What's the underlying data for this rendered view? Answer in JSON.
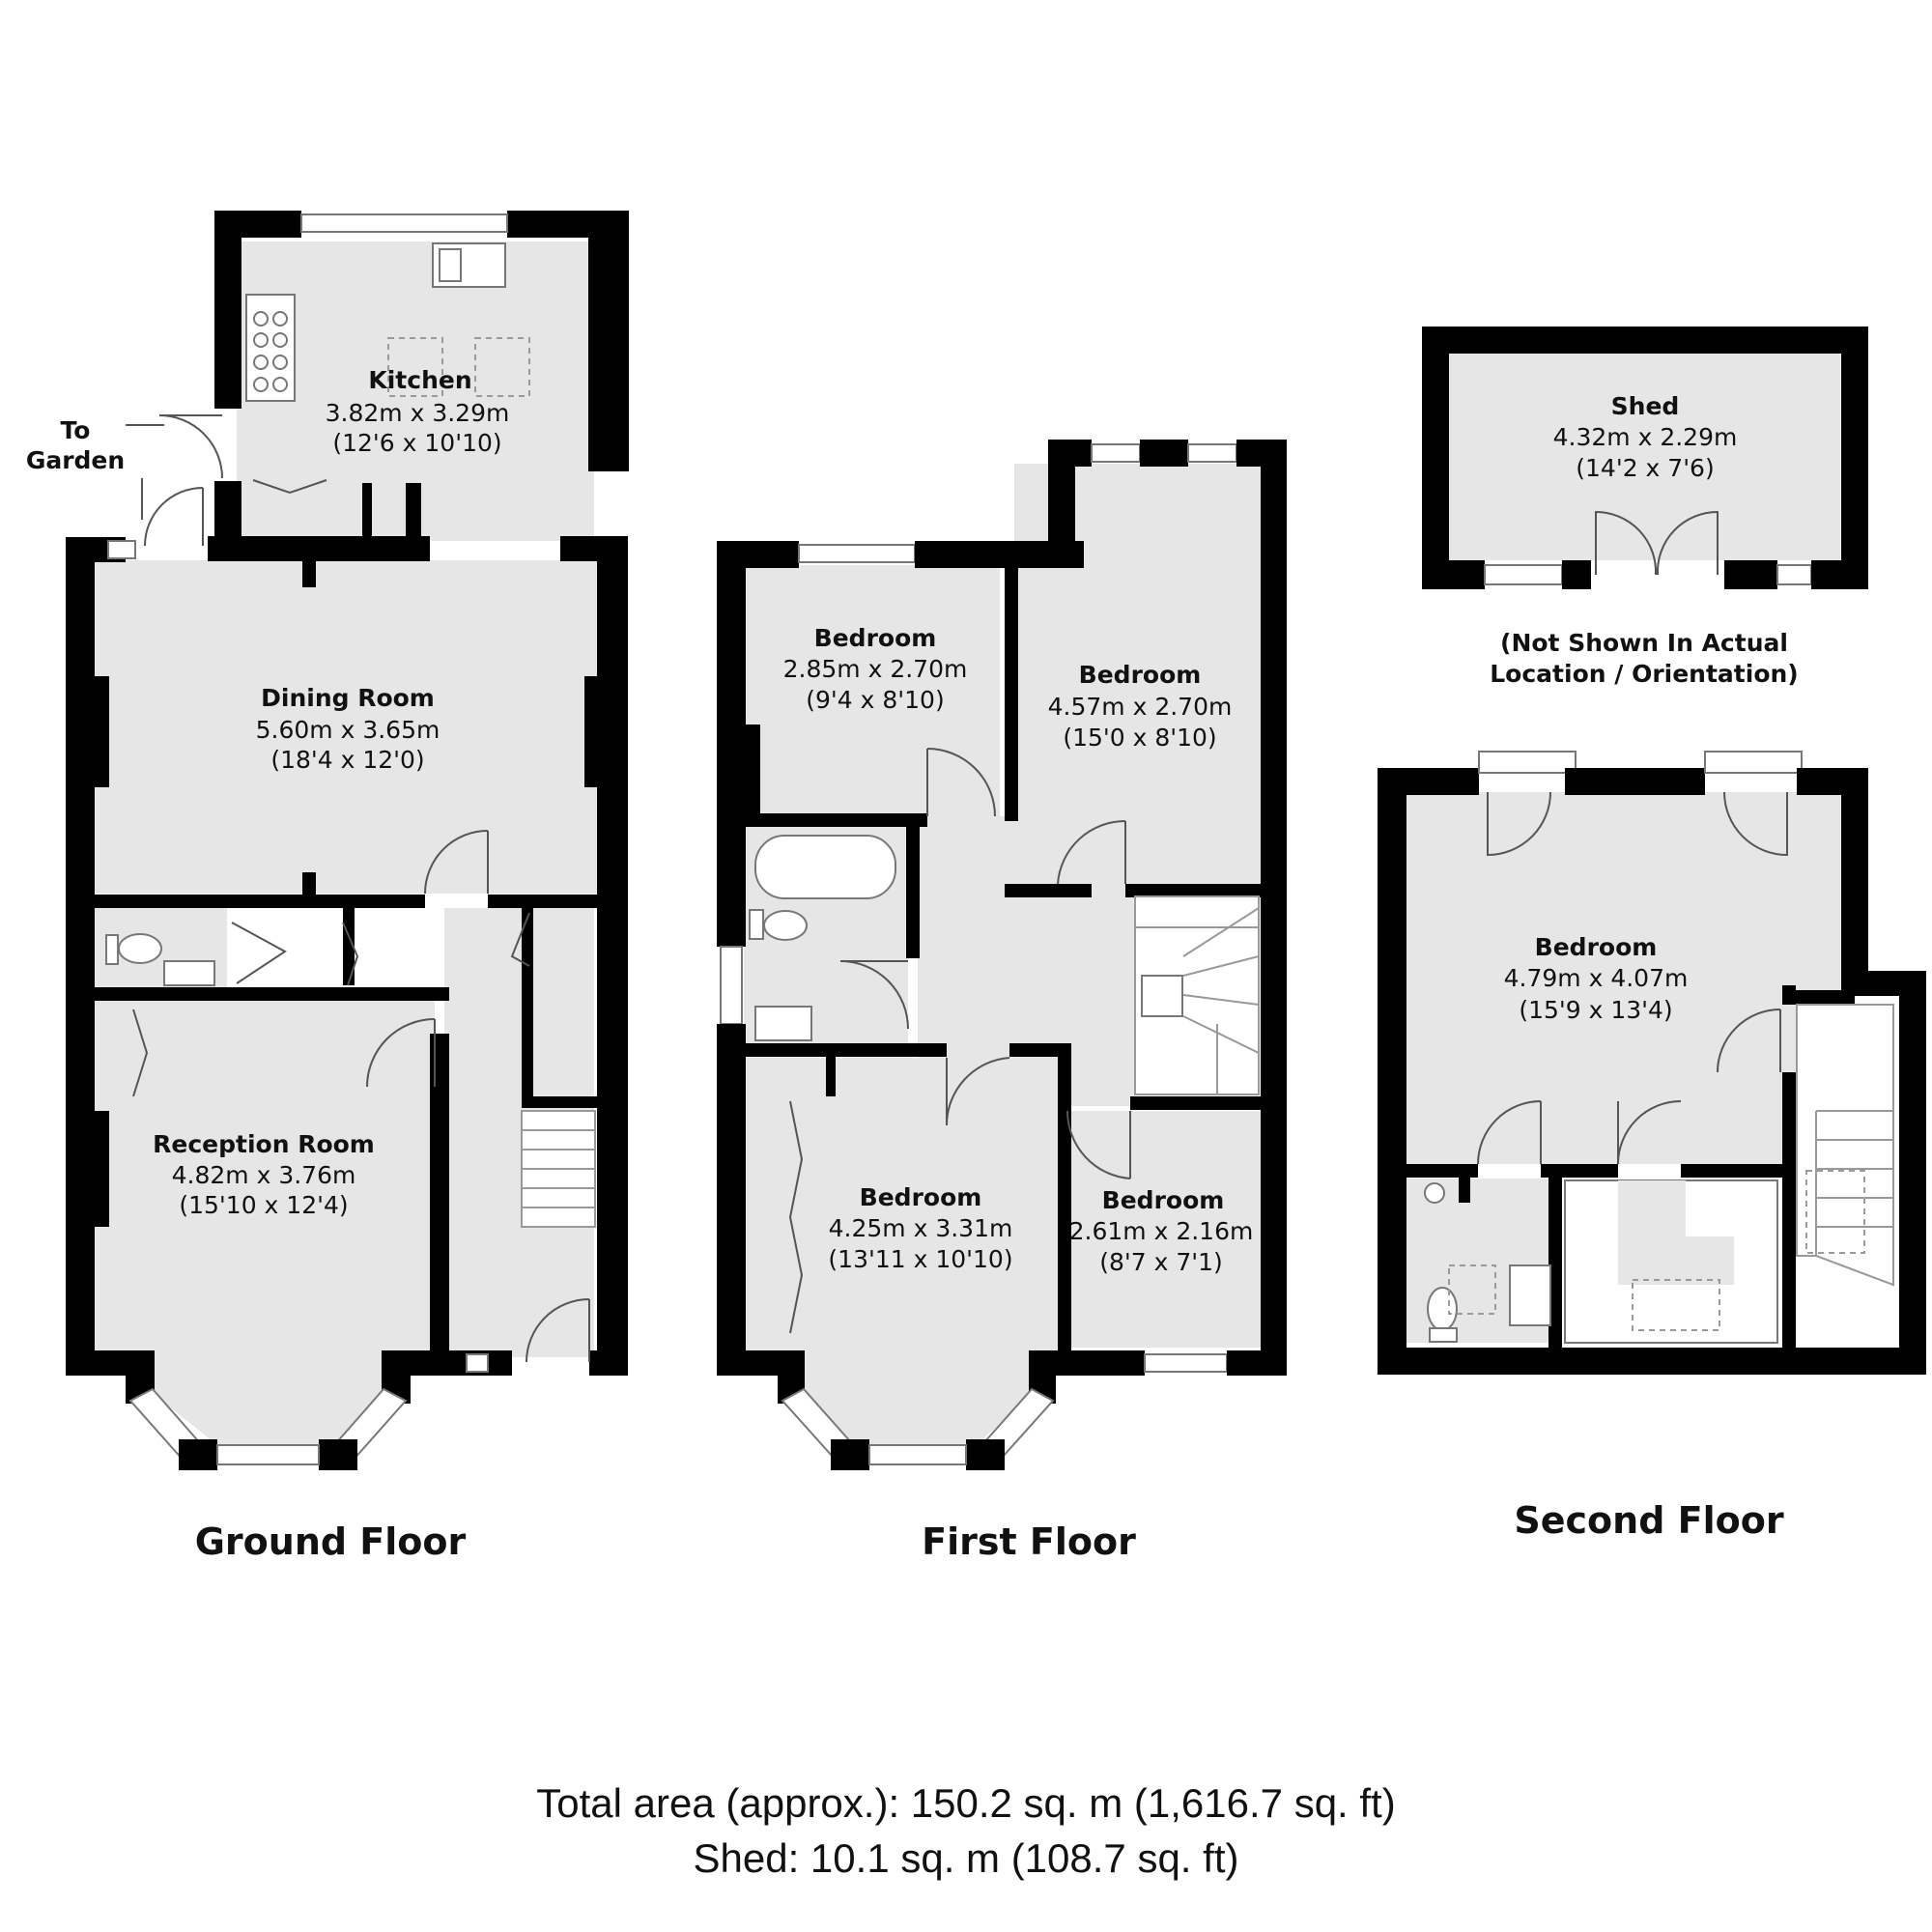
{
  "ground_floor": {
    "label": "Ground Floor",
    "garden": {
      "line1": "To",
      "line2": "Garden"
    },
    "rooms": [
      {
        "name": "Kitchen",
        "metric": "3.82m x 3.29m",
        "imperial": "(12'6 x 10'10)"
      },
      {
        "name": "Dining Room",
        "metric": "5.60m x 3.65m",
        "imperial": "(18'4 x 12'0)"
      },
      {
        "name": "Reception Room",
        "metric": "4.82m x 3.76m",
        "imperial": "(15'10 x 12'4)"
      }
    ]
  },
  "first_floor": {
    "label": "First Floor",
    "rooms": [
      {
        "name": "Bedroom",
        "metric": "2.85m x 2.70m",
        "imperial": "(9'4 x 8'10)"
      },
      {
        "name": "Bedroom",
        "metric": "4.57m x 2.70m",
        "imperial": "(15'0 x 8'10)"
      },
      {
        "name": "Bedroom",
        "metric": "4.25m x 3.31m",
        "imperial": "(13'11 x 10'10)"
      },
      {
        "name": "Bedroom",
        "metric": "2.61m x 2.16m",
        "imperial": "(8'7 x 7'1)"
      }
    ]
  },
  "second_floor": {
    "label": "Second Floor",
    "rooms": [
      {
        "name": "Bedroom",
        "metric": "4.79m x 4.07m",
        "imperial": "(15'9 x 13'4)"
      }
    ]
  },
  "shed": {
    "name": "Shed",
    "metric": "4.32m x 2.29m",
    "imperial": "(14'2 x 7'6)",
    "note_line1": "(Not Shown In Actual",
    "note_line2": "Location / Orientation)"
  },
  "totals": {
    "total_area": "Total area (approx.): 150.2 sq. m (1,616.7 sq. ft)",
    "shed_area": "Shed: 10.1 sq. m (108.7 sq. ft)"
  },
  "colors": {
    "wall": "#000000",
    "room_fill": "#e6e6e6",
    "background": "#ffffff"
  }
}
